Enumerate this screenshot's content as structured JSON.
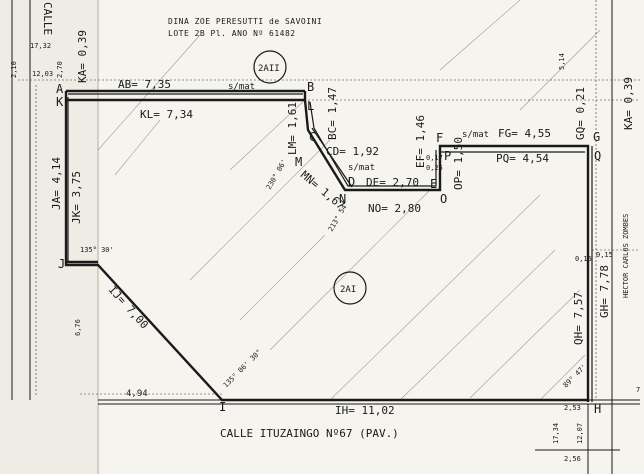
{
  "header": {
    "owner": "DINA ZOE PERESUTTI de SAVOINI",
    "lot_ref": "LOTE 2B Pl. ANO Nº 61482"
  },
  "lots": {
    "lot_a": "2AII",
    "lot_b": "2AI"
  },
  "points": [
    "A",
    "K",
    "B",
    "L",
    "C",
    "M",
    "D",
    "N",
    "E",
    "O",
    "F",
    "P",
    "G",
    "Q",
    "H",
    "I",
    "J"
  ],
  "dimensions": {
    "ab": "AB= 7,35",
    "kl": "KL= 7,34",
    "bc": "BC= 1,47",
    "lm": "LM= 1,61",
    "cd": "CD= 1,92",
    "mn": "MN= 1,67",
    "de": "DE= 2,70",
    "no": "NO= 2,80",
    "ef": "EF= 1,46",
    "op": "OP= 1,50",
    "fg": "FG= 4,55",
    "pq": "PQ= 4,54",
    "gq": "GQ= 0,21",
    "gh": "GH= 7,78",
    "qh": "QH= 7,57",
    "ih": "IH= 11,02",
    "ij": "IJ= 7,00",
    "ja": "JA= 4,14",
    "jk": "JK= 3,75",
    "ka": "KA= 0,39",
    "ka_right": "KA= 0,39"
  },
  "annotations": {
    "smat": "s/mat",
    "angle_m": "230° 06'",
    "angle_n": "213° 54'",
    "angle_j": "135° 30'",
    "angle_i": "135° 06' 30\"",
    "angle_h": "89° 47'",
    "d_017": "0,17",
    "d_015": "0,15",
    "d_015b": "0,15",
    "d_025": "0,25",
    "d_1732": "17,32",
    "d_1203": "12,03",
    "d_210": "2,10",
    "d_270": "2,70",
    "d_676": "6,76",
    "d_494": "4,94",
    "d_514": "5,14",
    "d_253": "2,53",
    "d_1734": "17,34",
    "d_1207": "12,07",
    "d_256": "2,56",
    "d_7": "7"
  },
  "streets": {
    "bottom": "CALLE ITUZAINGO Nº67 (PAV.)",
    "left": "CALLE",
    "right": "HECTOR CARLOS ZOMBES"
  }
}
